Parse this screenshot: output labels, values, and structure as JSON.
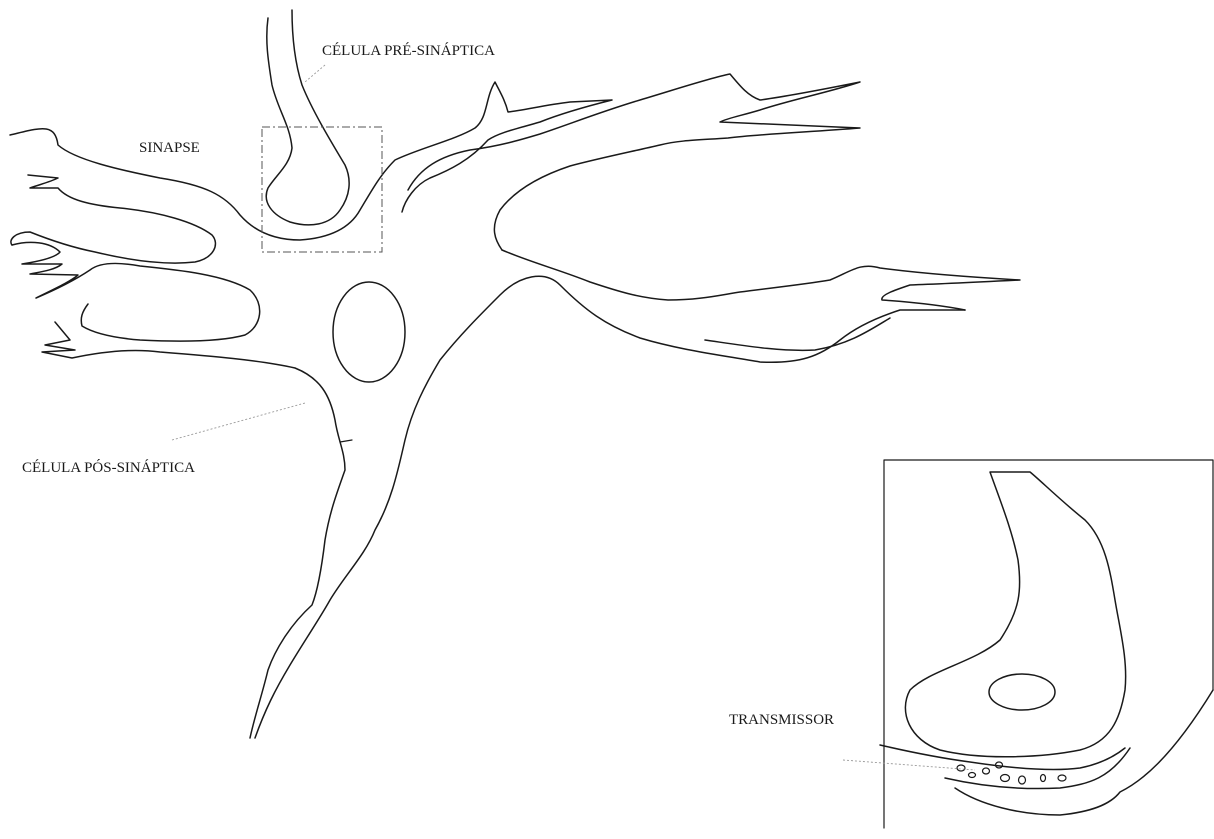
{
  "labels": {
    "pre_synaptic": "CÉLULA PRÉ-SINÁPTICA",
    "synapse": "SINAPSE",
    "post_synaptic": "CÉLULA PÓS-SINÁPTICA",
    "transmitter": "TRANSMISSOR"
  },
  "colors": {
    "stroke": "#1a1a1a",
    "leader": "#9a9a9a",
    "background": "#ffffff"
  }
}
